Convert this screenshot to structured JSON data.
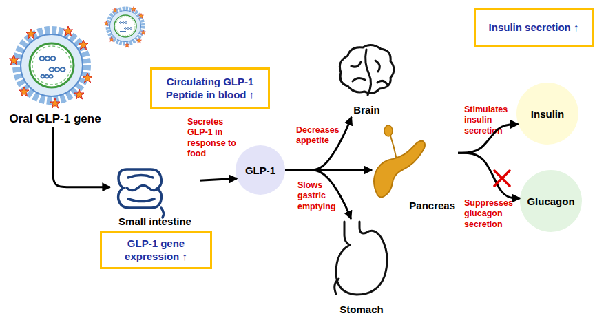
{
  "diagram": {
    "nodes": [
      {
        "text": [
          "Oral GLP-1 gene"
        ]
      },
      {
        "text": [
          "Circulating GLP-1 Peptide in blood ↑"
        ]
      },
      {
        "text": [
          "Small intestine"
        ]
      },
      {
        "text": [
          "GLP-1 gene expression ↑"
        ]
      },
      {
        "text": [
          "GLP-1"
        ]
      },
      {
        "text": [
          "Brain"
        ]
      },
      {
        "text": [
          "Pancreas"
        ]
      },
      {
        "text": [
          "Stomach"
        ]
      },
      {
        "text": [
          "Insulin secretion ↑"
        ]
      },
      {
        "text": [
          "Insulin"
        ]
      },
      {
        "text": [
          "Glucagon"
        ]
      }
    ],
    "edges": [
      {
        "from": 0,
        "to": 2,
        "arrow": "to"
      },
      {
        "from": 2,
        "to": 4,
        "label": "Secretes GLP-1 in response to food",
        "arrow": "to"
      },
      {
        "from": 4,
        "to": 5,
        "label": "Decreases appetite",
        "arrow": "to"
      },
      {
        "from": 4,
        "to": 6,
        "arrow": "to"
      },
      {
        "from": 4,
        "to": 7,
        "label": "Slows gastric emptying",
        "arrow": "to"
      },
      {
        "from": 6,
        "to": 9,
        "label": "Stimulates insulin secretion",
        "arrow": "to"
      },
      {
        "from": 6,
        "to": 10,
        "label": "Suppresses glucagon secretion",
        "arrow": "to"
      }
    ]
  }
}
